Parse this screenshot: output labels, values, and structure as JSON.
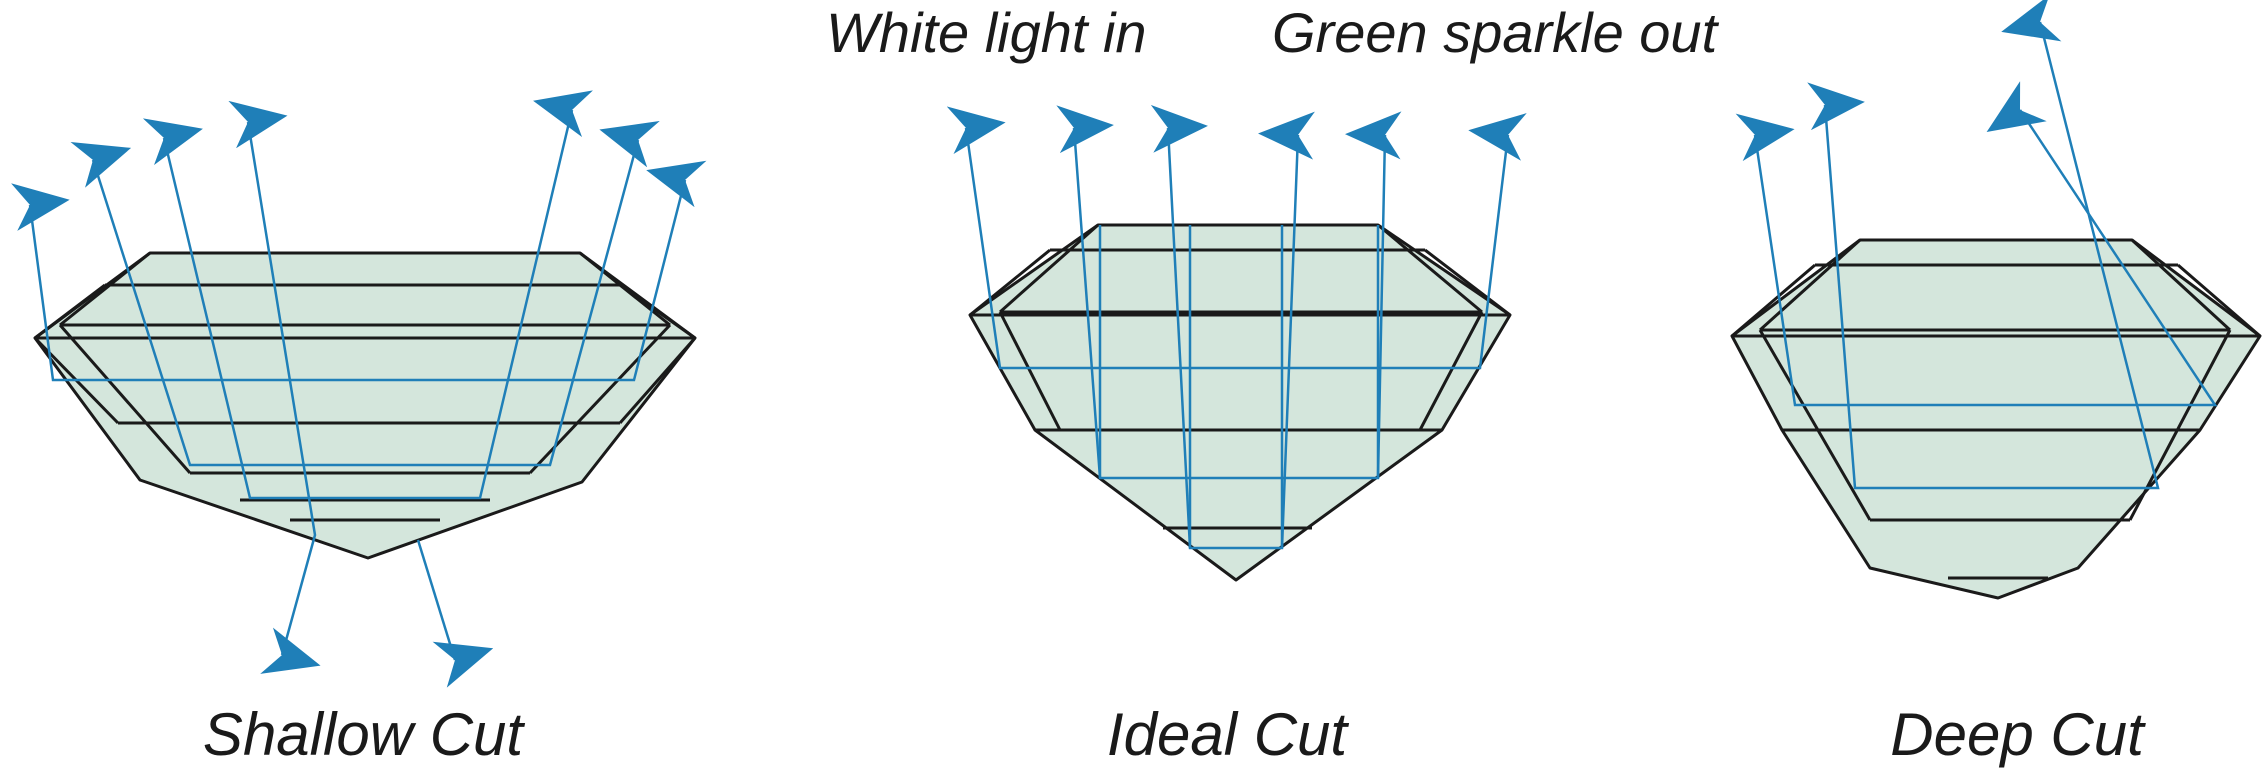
{
  "legend": {
    "light_in": "White light in",
    "sparkle_out": "Green sparkle out"
  },
  "cuts": [
    {
      "caption": "Shallow Cut"
    },
    {
      "caption": "Ideal Cut"
    },
    {
      "caption": "Deep Cut"
    }
  ],
  "colors": {
    "gem_fill": "#d4e6dc",
    "outline": "#1a1a1a",
    "ray": "#1f7fb8"
  }
}
